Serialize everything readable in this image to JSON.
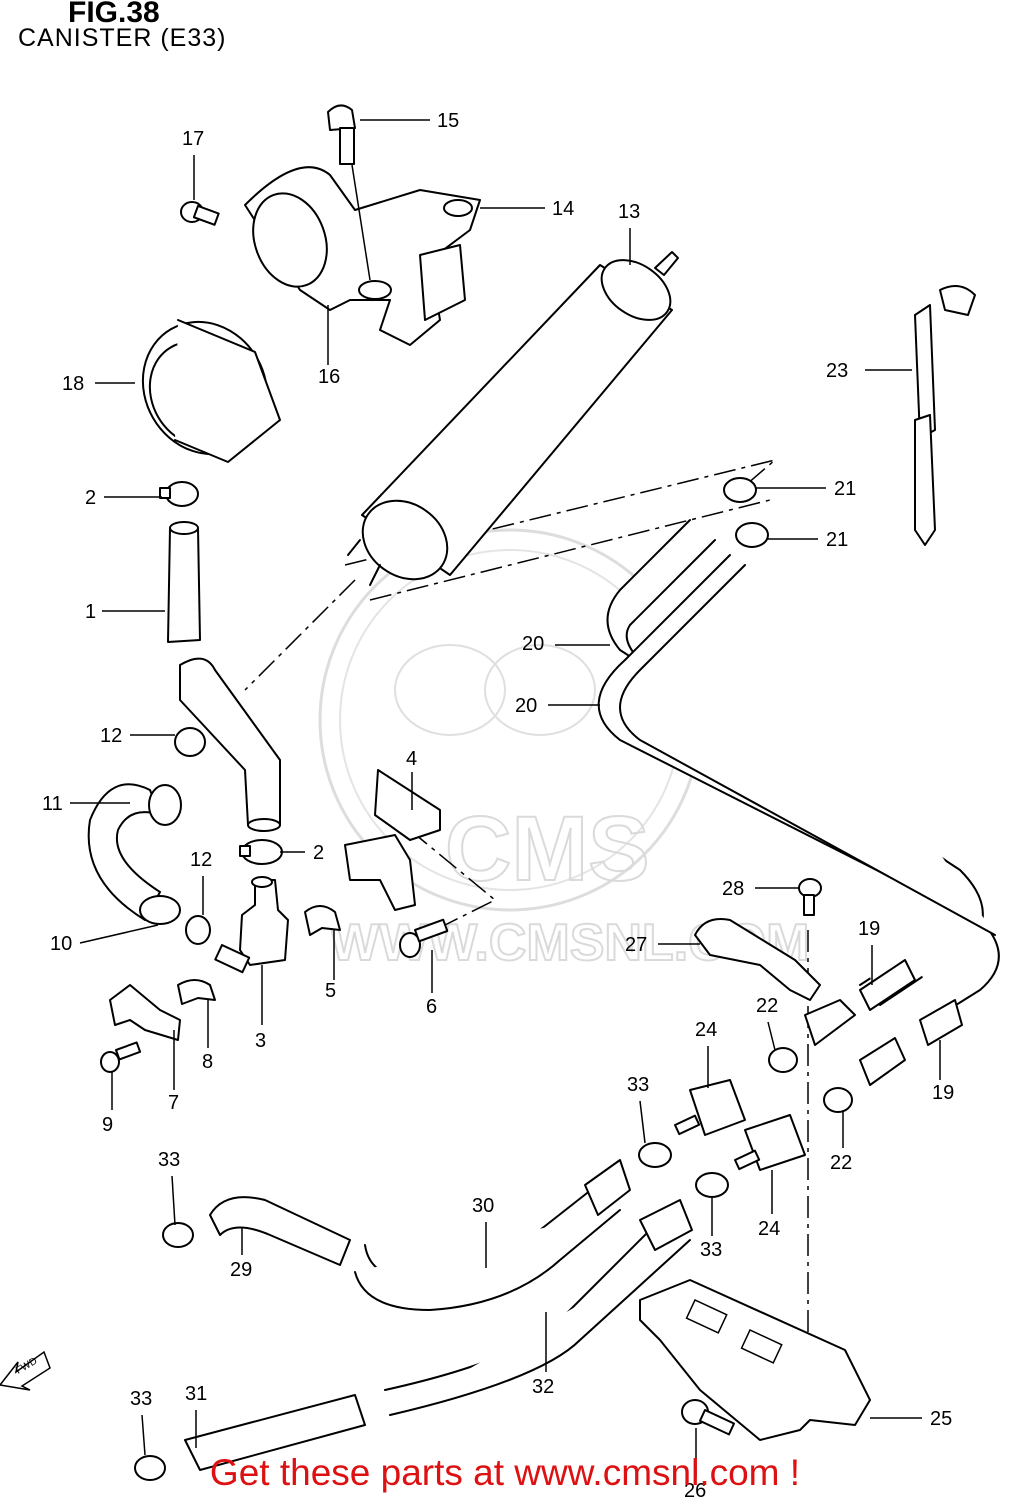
{
  "header": {
    "figure_number": "FIG.38",
    "subtitle": "CANISTER (E33)"
  },
  "watermark": {
    "brand": "CMS",
    "site": "WWW.CMSNL.COM"
  },
  "footer": {
    "link_text": "Get these parts at www.cmsnl.com !",
    "color": "#dd1111"
  },
  "direction_marker": {
    "label": "FWD"
  },
  "callouts": [
    {
      "id": "c1",
      "label": "1"
    },
    {
      "id": "c2a",
      "label": "2"
    },
    {
      "id": "c2b",
      "label": "2"
    },
    {
      "id": "c3",
      "label": "3"
    },
    {
      "id": "c4",
      "label": "4"
    },
    {
      "id": "c5",
      "label": "5"
    },
    {
      "id": "c6",
      "label": "6"
    },
    {
      "id": "c7",
      "label": "7"
    },
    {
      "id": "c8",
      "label": "8"
    },
    {
      "id": "c9",
      "label": "9"
    },
    {
      "id": "c10",
      "label": "10"
    },
    {
      "id": "c11",
      "label": "11"
    },
    {
      "id": "c12a",
      "label": "12"
    },
    {
      "id": "c12b",
      "label": "12"
    },
    {
      "id": "c13",
      "label": "13"
    },
    {
      "id": "c14",
      "label": "14"
    },
    {
      "id": "c15",
      "label": "15"
    },
    {
      "id": "c16",
      "label": "16"
    },
    {
      "id": "c17",
      "label": "17"
    },
    {
      "id": "c18",
      "label": "18"
    },
    {
      "id": "c19a",
      "label": "19"
    },
    {
      "id": "c19b",
      "label": "19"
    },
    {
      "id": "c20a",
      "label": "20"
    },
    {
      "id": "c20b",
      "label": "20"
    },
    {
      "id": "c21a",
      "label": "21"
    },
    {
      "id": "c21b",
      "label": "21"
    },
    {
      "id": "c22a",
      "label": "22"
    },
    {
      "id": "c22b",
      "label": "22"
    },
    {
      "id": "c23",
      "label": "23"
    },
    {
      "id": "c24a",
      "label": "24"
    },
    {
      "id": "c24b",
      "label": "24"
    },
    {
      "id": "c25",
      "label": "25"
    },
    {
      "id": "c26",
      "label": "26"
    },
    {
      "id": "c27",
      "label": "27"
    },
    {
      "id": "c28",
      "label": "28"
    },
    {
      "id": "c29",
      "label": "29"
    },
    {
      "id": "c30",
      "label": "30"
    },
    {
      "id": "c31",
      "label": "31"
    },
    {
      "id": "c32",
      "label": "32"
    },
    {
      "id": "c33a",
      "label": "33"
    },
    {
      "id": "c33b",
      "label": "33"
    },
    {
      "id": "c33c",
      "label": "33"
    },
    {
      "id": "c33d",
      "label": "33"
    }
  ]
}
